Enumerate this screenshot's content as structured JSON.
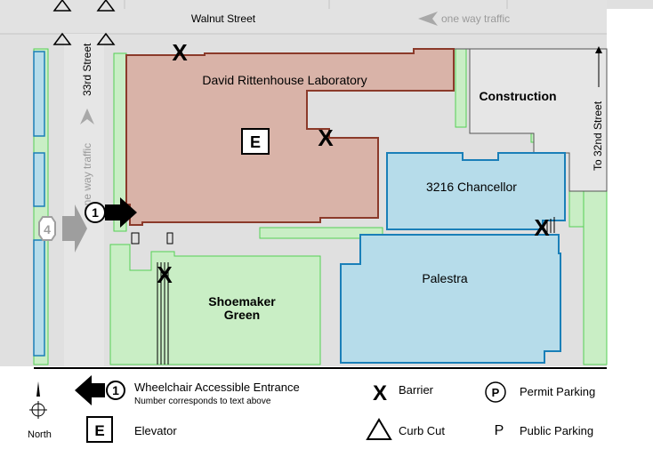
{
  "streets": {
    "walnut": "Walnut Street",
    "walnut_traffic": "one way traffic",
    "thirty_third": "33rd Street",
    "thirty_third_traffic": "one way traffic",
    "to_32nd": "To 32nd Street"
  },
  "buildings": {
    "drl": "David Rittenhouse Laboratory",
    "construction": "Construction",
    "chancellor": "3216 Chancellor",
    "palestra": "Palestra",
    "shoemaker_line1": "Shoemaker",
    "shoemaker_line2": "Green"
  },
  "markers": {
    "elevator": "E",
    "barrier": "X",
    "entrance_number": "1",
    "route_number": "4"
  },
  "legend": {
    "entrance_title": "Wheelchair Accessible Entrance",
    "entrance_note": "Number corresponds to text above",
    "barrier": "Barrier",
    "permit_parking": "Permit Parking",
    "permit_symbol": "P",
    "elevator": "Elevator",
    "elevator_symbol": "E",
    "curb_cut": "Curb Cut",
    "public_parking": "Public Parking",
    "public_symbol": "P",
    "north": "North",
    "entrance_number": "1"
  },
  "colors": {
    "building_fill": "#d9b3a8",
    "building_stroke": "#8b3a2a",
    "blue_fill": "#b6dcea",
    "blue_stroke": "#1a7fb8",
    "green_fill": "#c9eec5",
    "green_stroke": "#55d055",
    "road": "#e0e0e0"
  }
}
